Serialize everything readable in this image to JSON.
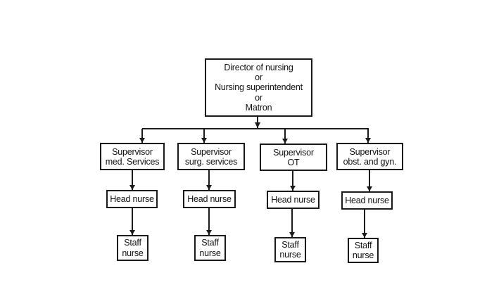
{
  "diagram": {
    "type": "org-chart",
    "root": {
      "lines": [
        "Director of nursing",
        "or",
        "Nursing superintendent",
        "or",
        "Matron"
      ]
    },
    "branches": [
      {
        "supervisor": [
          "Supervisor",
          "med. Services"
        ],
        "head": "Head nurse",
        "staff": [
          "Staff",
          "nurse"
        ]
      },
      {
        "supervisor": [
          "Supervisor",
          "surg. services"
        ],
        "head": "Head nurse",
        "staff": [
          "Staff",
          "nurse"
        ]
      },
      {
        "supervisor": [
          "Supervisor",
          "OT"
        ],
        "head": "Head nurse",
        "staff": [
          "Staff",
          "nurse"
        ]
      },
      {
        "supervisor": [
          "Supervisor",
          "obst. and gyn."
        ],
        "head": "Head nurse",
        "staff": [
          "Staff",
          "nurse"
        ]
      }
    ],
    "colors": {
      "line": "#1a1a1a",
      "background": "#ffffff"
    }
  }
}
